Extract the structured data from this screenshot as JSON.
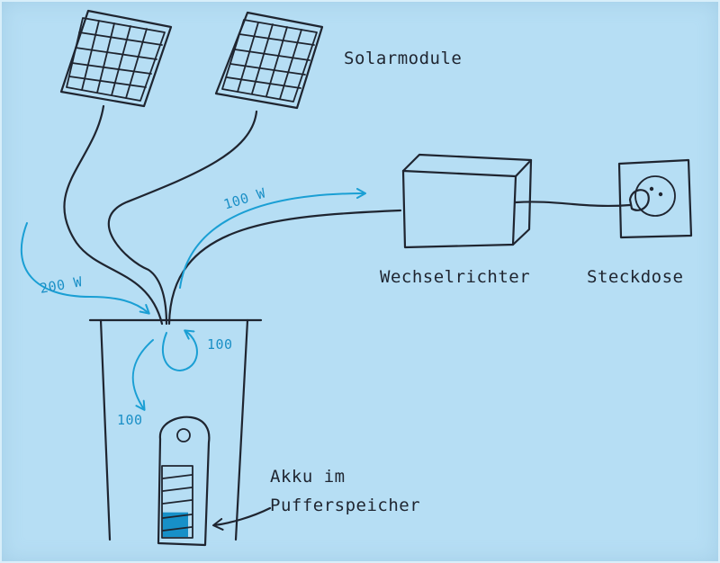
{
  "labels": {
    "solar_modules": "Solarmodule",
    "inverter": "Wechselrichter",
    "outlet": "Steckdose",
    "battery_line1": "Akku im",
    "battery_line2": "Pufferspeicher"
  },
  "flows": {
    "input": "200 W",
    "to_inverter": "100 W",
    "loop": "100",
    "to_battery": "100"
  },
  "colors": {
    "background": "#b6def4",
    "ink": "#1f2530",
    "flow": "#1a9fd4",
    "battery_fill": "#1790c8"
  },
  "battery": {
    "charge_fraction": 0.35
  }
}
